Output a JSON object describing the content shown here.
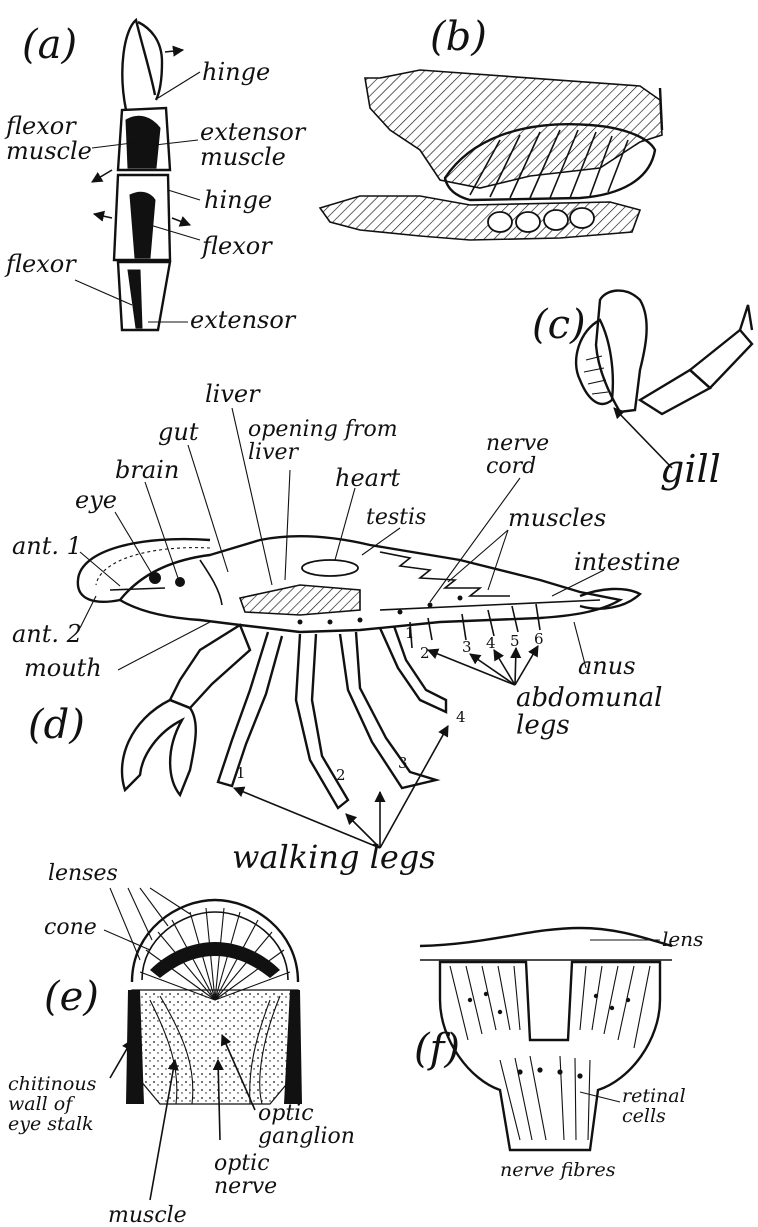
{
  "panels": {
    "a": {
      "letter": "(a)",
      "labels": {
        "hinge_top": "hinge",
        "flexor_muscle": "flexor\nmuscle",
        "extensor_muscle": "extensor\nmuscle",
        "hinge_mid": "hinge",
        "flexor_right": "flexor",
        "flexor_left": "flexor",
        "extensor_bottom": "extensor"
      }
    },
    "b": {
      "letter": "(b)"
    },
    "c": {
      "letter": "(c)",
      "labels": {
        "gill": "gill"
      }
    },
    "d": {
      "letter": "(d)",
      "labels": {
        "liver": "liver",
        "gut": "gut",
        "opening_from_liver": "opening from\nliver",
        "brain": "brain",
        "nerve_cord": "nerve\ncord",
        "heart": "heart",
        "eye": "eye",
        "testis": "testis",
        "muscles": "muscles",
        "ant1": "ant. 1",
        "intestine": "intestine",
        "ant2": "ant. 2",
        "mouth": "mouth",
        "anus": "anus",
        "abdominal_legs": "abdomunal\nlegs",
        "walking_legs": "walking legs"
      },
      "abdominal_leg_numbers": [
        "1",
        "2",
        "3",
        "4",
        "5",
        "6"
      ],
      "walking_leg_numbers": [
        "1",
        "2",
        "3",
        "4"
      ]
    },
    "e": {
      "letter": "(e)",
      "labels": {
        "lenses": "lenses",
        "cone": "cone",
        "chitinous_wall": "chitinous\nwall of\neye stalk",
        "optic_ganglion": "optic\nganglion",
        "optic_nerve": "optic\nnerve",
        "muscle": "muscle"
      }
    },
    "f": {
      "letter": "(f)",
      "labels": {
        "lens": "lens",
        "retinal_cells": "retinal\ncells",
        "nerve_fibres": "nerve fibres"
      }
    }
  }
}
